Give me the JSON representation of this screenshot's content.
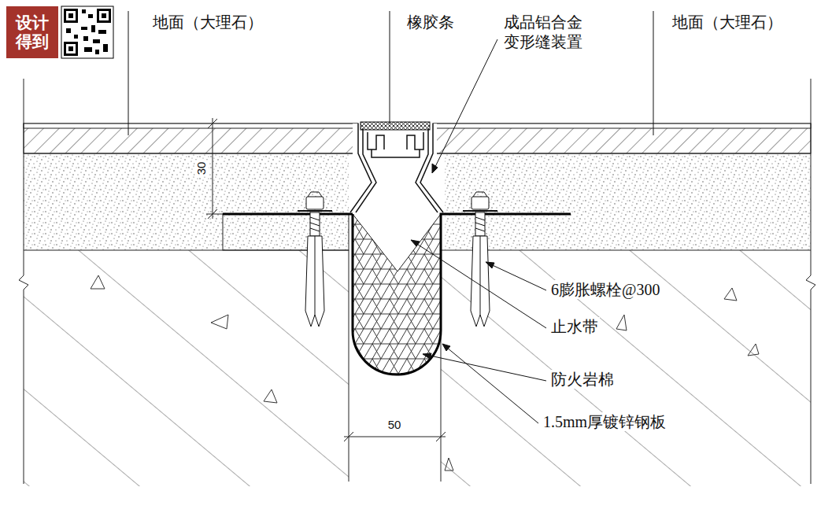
{
  "diagram": {
    "nodes": [
      {
        "text": [
          "设计 得到"
        ]
      }
    ],
    "labels": [
      "地面（大理石）",
      "橡胶条",
      "成品铝合金 变形缝装置",
      "地面（大理石）",
      "6膨胀螺栓@300",
      "止水带",
      "防火岩棉",
      "1.5mm厚镀锌钢板",
      "30",
      "50"
    ]
  }
}
